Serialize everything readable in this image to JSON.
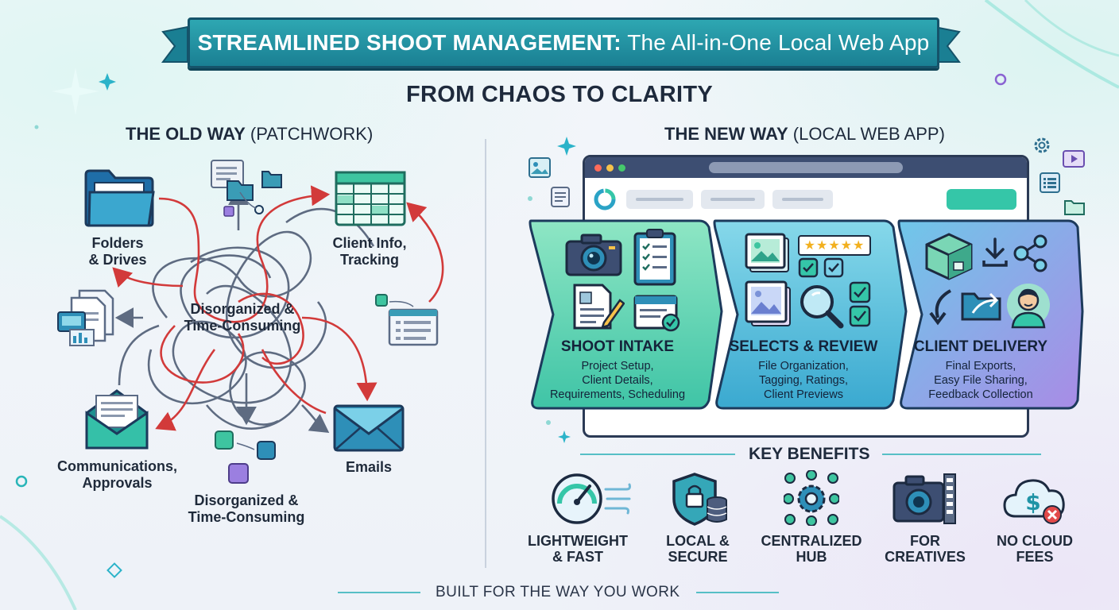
{
  "banner": {
    "title_bold": "STREAMLINED SHOOT MANAGEMENT:",
    "title_rest": " The All-in-One Local Web App"
  },
  "subtitle": "FROM CHAOS TO CLARITY",
  "old_way": {
    "heading_bold": "THE OLD WAY",
    "heading_rest": " (PATCHWORK)",
    "folders_label": [
      "Folders",
      "& Drives"
    ],
    "client_info_label": [
      "Client Info,",
      "Tracking"
    ],
    "center_label": [
      "Disorganized &",
      "Time-Consuming"
    ],
    "bottom_label": [
      "Disorganized &",
      "Time-Consuming"
    ],
    "comms_label": [
      "Communications,",
      "Approvals"
    ],
    "emails_label": "Emails"
  },
  "new_way": {
    "heading_bold": "THE NEW WAY",
    "heading_rest": " (LOCAL WEB APP)",
    "steps": [
      {
        "title": "SHOOT INTAKE",
        "desc": [
          "Project Setup,",
          "Client Details,",
          "Requirements, Scheduling"
        ]
      },
      {
        "title": "SELECTS & REVIEW",
        "desc": [
          "File Organization,",
          "Tagging, Ratings,",
          "Client Previews"
        ]
      },
      {
        "title": "CLIENT DELIVERY",
        "desc": [
          "Final Exports,",
          "Easy File Sharing,",
          "Feedback Collection"
        ]
      }
    ],
    "rating_stars": "★★★★★"
  },
  "key_benefits": {
    "title": "KEY BENEFITS",
    "items": [
      {
        "label": [
          "LIGHTWEIGHT",
          "& FAST"
        ],
        "icon": "speedometer-icon"
      },
      {
        "label": [
          "LOCAL &",
          "SECURE"
        ],
        "icon": "shield-lock-icon"
      },
      {
        "label": [
          "CENTRALIZED",
          "HUB"
        ],
        "icon": "hub-gear-icon"
      },
      {
        "label": [
          "FOR",
          "CREATIVES"
        ],
        "icon": "camera-film-icon"
      },
      {
        "label": [
          "NO CLOUD",
          "FEES"
        ],
        "icon": "cloud-dollar-icon"
      }
    ]
  },
  "footer": "BUILT FOR THE WAY YOU WORK",
  "colors": {
    "teal": "#1f94a6",
    "green": "#35c6a8",
    "navy": "#2b3a55",
    "red_arrow": "#d23a3a",
    "purple": "#9b7fe0"
  }
}
